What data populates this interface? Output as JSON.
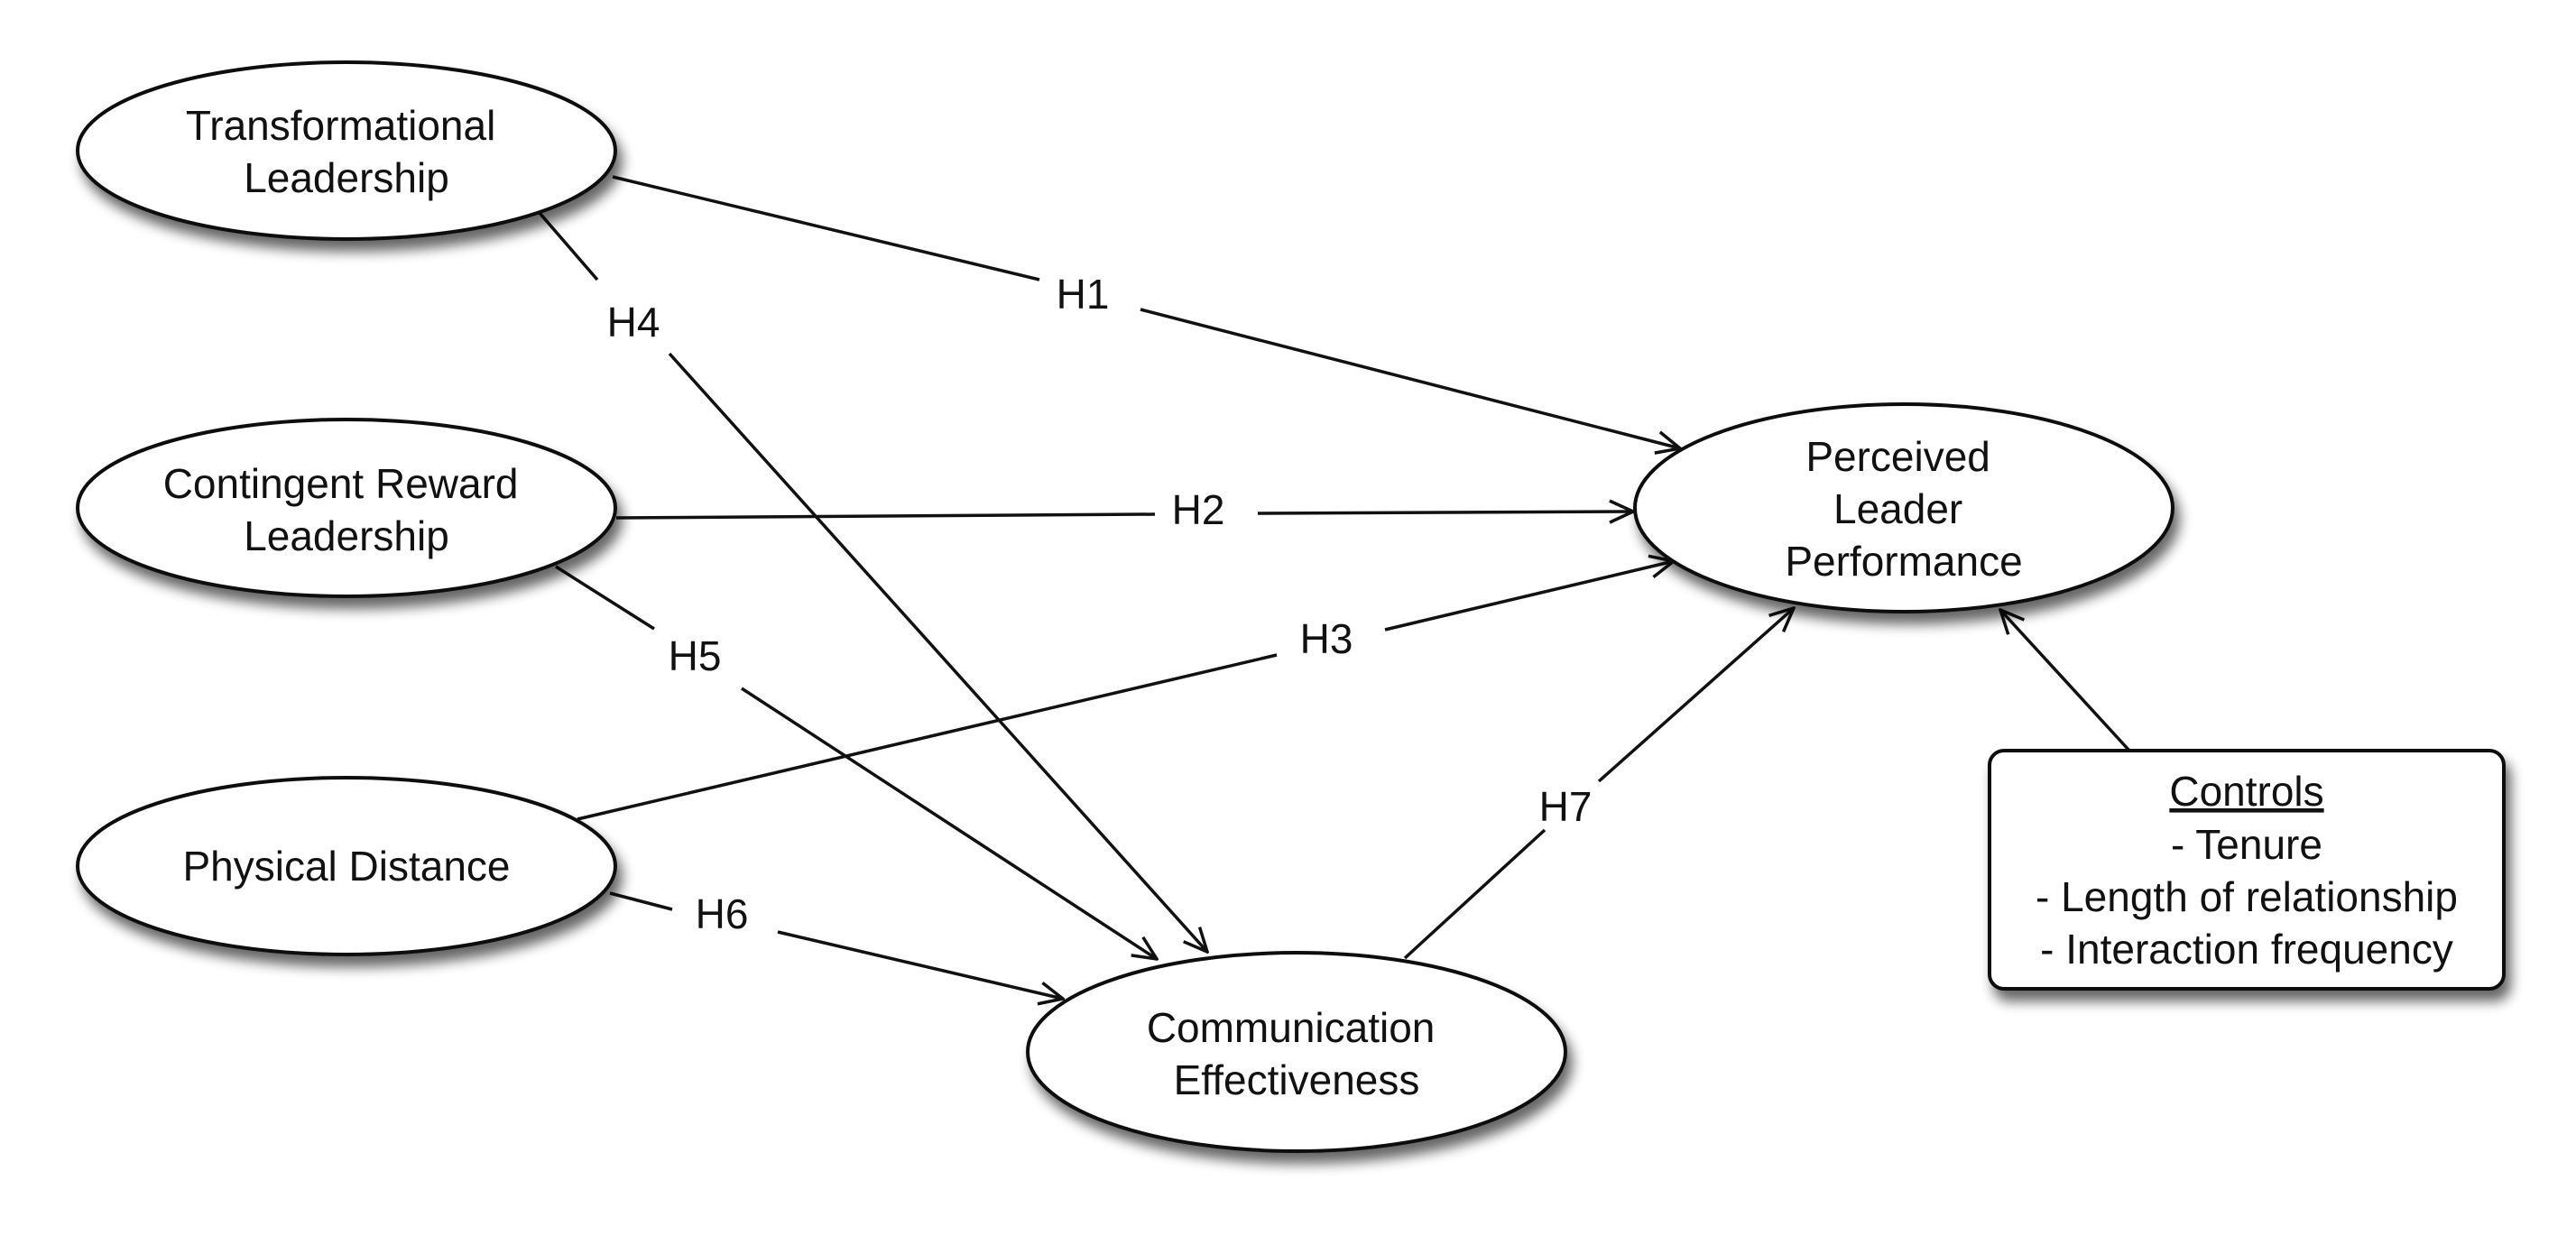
{
  "nodes": {
    "transformational": {
      "lines": [
        "Transformational",
        "Leadership"
      ]
    },
    "contingent": {
      "lines": [
        "Contingent Reward",
        "Leadership"
      ]
    },
    "physical": {
      "lines": [
        "Physical Distance"
      ]
    },
    "communication": {
      "lines": [
        "Communication",
        "Effectiveness"
      ]
    },
    "perceived": {
      "lines": [
        "Perceived",
        "Leader",
        "Performance"
      ]
    }
  },
  "controls": {
    "title": "Controls",
    "items": [
      "- Tenure",
      "- Length of relationship",
      "- Interaction frequency"
    ]
  },
  "edges": [
    {
      "id": "h1",
      "label": "H1",
      "from": "Transformational Leadership",
      "to": "Perceived Leader Performance"
    },
    {
      "id": "h2",
      "label": "H2",
      "from": "Contingent Reward Leadership",
      "to": "Perceived Leader Performance"
    },
    {
      "id": "h3",
      "label": "H3",
      "from": "Physical Distance",
      "to": "Perceived Leader Performance"
    },
    {
      "id": "h4",
      "label": "H4",
      "from": "Transformational Leadership",
      "to": "Communication Effectiveness"
    },
    {
      "id": "h5",
      "label": "H5",
      "from": "Contingent Reward Leadership",
      "to": "Communication Effectiveness"
    },
    {
      "id": "h6",
      "label": "H6",
      "from": "Physical Distance",
      "to": "Communication Effectiveness"
    },
    {
      "id": "h7",
      "label": "H7",
      "from": "Communication Effectiveness",
      "to": "Perceived Leader Performance"
    }
  ]
}
